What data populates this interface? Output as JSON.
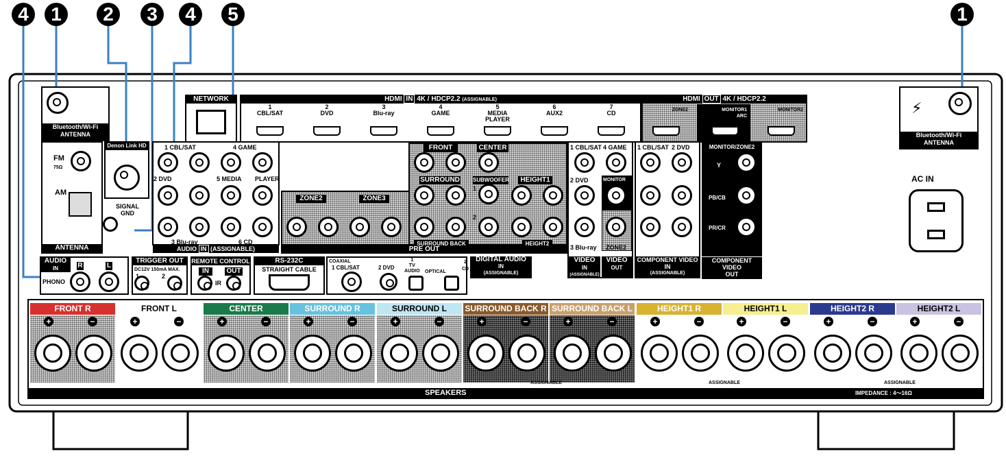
{
  "callouts": [
    "4",
    "1",
    "2",
    "3",
    "4",
    "5",
    "1"
  ],
  "colors": {
    "front_r": "#d8312d",
    "center": "#1a7a4a",
    "surround_r": "#66c2de",
    "surround_l": "#bfe6f2",
    "surround_back_r": "#8a5a2a",
    "surround_back_l": "#c9a06b",
    "height1_r": "#d8b330",
    "height1_l": "#f6ef8f",
    "height2_r": "#2a3a8f",
    "height2_l": "#c9c2e2",
    "leader": "#3b7fc4"
  },
  "antenna": {
    "bt_left": "Bluetooth/Wi-Fi\nANTENNA",
    "bt_right": "Bluetooth/Wi-Fi\nANTENNA",
    "fm": "FM",
    "fm_ohm": "75Ω",
    "am": "AM",
    "antenna_label": "ANTENNA"
  },
  "denon_link": "Denon Link HD",
  "signal_gnd": "SIGNAL\nGND",
  "network": "NETWORK",
  "hdmi_in": {
    "title": "HDMI",
    "in": "IN",
    "spec": "4K / HDCP2.2",
    "assignable": "(ASSIGNABLE)",
    "ports": [
      {
        "num": "1",
        "name": "CBL/SAT"
      },
      {
        "num": "2",
        "name": "DVD"
      },
      {
        "num": "3",
        "name": "Blu-ray"
      },
      {
        "num": "4",
        "name": "GAME"
      },
      {
        "num": "5",
        "name": "MEDIA\nPLAYER"
      },
      {
        "num": "6",
        "name": "AUX2"
      },
      {
        "num": "7",
        "name": "CD"
      }
    ]
  },
  "hdmi_out": {
    "title": "HDMI",
    "out": "OUT",
    "spec": "4K / HDCP2.2",
    "ports": [
      "ZONE2",
      "MONITOR1\nARC",
      "MONITOR2"
    ]
  },
  "audio_in": {
    "row1": [
      "1 CBL/SAT",
      "4 GAME"
    ],
    "row2": [
      "2 DVD",
      "5 MEDIA",
      "PLAYER"
    ],
    "row3": [
      "3 Blu-ray",
      "6 CD"
    ],
    "footer": "AUDIO",
    "in": "IN",
    "assignable": "(ASSIGNABLE)"
  },
  "pre_out": {
    "front": "FRONT",
    "center": "CENTER",
    "surround": "SURROUND",
    "subwoofer": "SUBWOOFER",
    "height1": "HEIGHT1",
    "height2": "HEIGHT2",
    "surround_back": "SURROUND BACK",
    "zone2": "ZONE2",
    "zone3": "ZONE3",
    "footer": "PRE OUT",
    "sub1": "1",
    "sub2": "2"
  },
  "video": {
    "in_ports": [
      "1 CBL/SAT",
      "4 GAME",
      "2 DVD",
      "3 Blu-ray"
    ],
    "monitor": "MONITOR",
    "zone2": "ZONE2",
    "video_in": "VIDEO",
    "in": "IN",
    "assignable": "(ASSIGNABLE)",
    "video_out": "VIDEO",
    "out": "OUT"
  },
  "component": {
    "in_ports": [
      "1 CBL/SAT",
      "2 DVD"
    ],
    "out_title": "MONITOR/ZONE2",
    "y": "Y",
    "pb": "PB/CB",
    "pr": "PR/CR",
    "in_label": "COMPONENT VIDEO",
    "in": "IN",
    "assignable": "(ASSIGNABLE)",
    "out_label": "COMPONENT VIDEO",
    "out": "OUT"
  },
  "ac_in": "AC IN",
  "phono": {
    "audio": "AUDIO",
    "in": "IN",
    "phono": "PHONO",
    "r": "R",
    "l": "L"
  },
  "trigger": {
    "title": "TRIGGER OUT",
    "spec": "DC12V 150mA MAX.",
    "p1": "1",
    "p2": "2"
  },
  "remote": {
    "title": "REMOTE CONTROL",
    "in": "IN",
    "out": "OUT",
    "ir": "IR"
  },
  "rs232": {
    "title": "RS-232C",
    "sub": "STRAIGHT CABLE"
  },
  "digital": {
    "coaxial": "COAXIAL",
    "coax1": "1 CBL/SAT",
    "coax2": "2 DVD",
    "tv1": "1\nTV\nAUDIO",
    "optical": "OPTICAL",
    "cd2": "2\nCD",
    "title": "DIGITAL AUDIO",
    "in": "IN",
    "assignable": "(ASSIGNABLE)"
  },
  "speakers": {
    "channels": [
      {
        "name": "FRONT",
        "side": "R"
      },
      {
        "name": "FRONT",
        "side": "L"
      },
      {
        "name": "CENTER",
        "side": ""
      },
      {
        "name": "SURROUND",
        "side": "R"
      },
      {
        "name": "SURROUND",
        "side": "L"
      },
      {
        "name": "SURROUND BACK",
        "side": "R"
      },
      {
        "name": "SURROUND BACK",
        "side": "L"
      },
      {
        "name": "HEIGHT1",
        "side": "R"
      },
      {
        "name": "HEIGHT1",
        "side": "L"
      },
      {
        "name": "HEIGHT2",
        "side": "R"
      },
      {
        "name": "HEIGHT2",
        "side": "L"
      }
    ],
    "footer": "SPEAKERS",
    "impedance": "IMPEDANCE : 4～16Ω",
    "assignable": "ASSIGNABLE",
    "plus": "+",
    "minus": "−"
  }
}
